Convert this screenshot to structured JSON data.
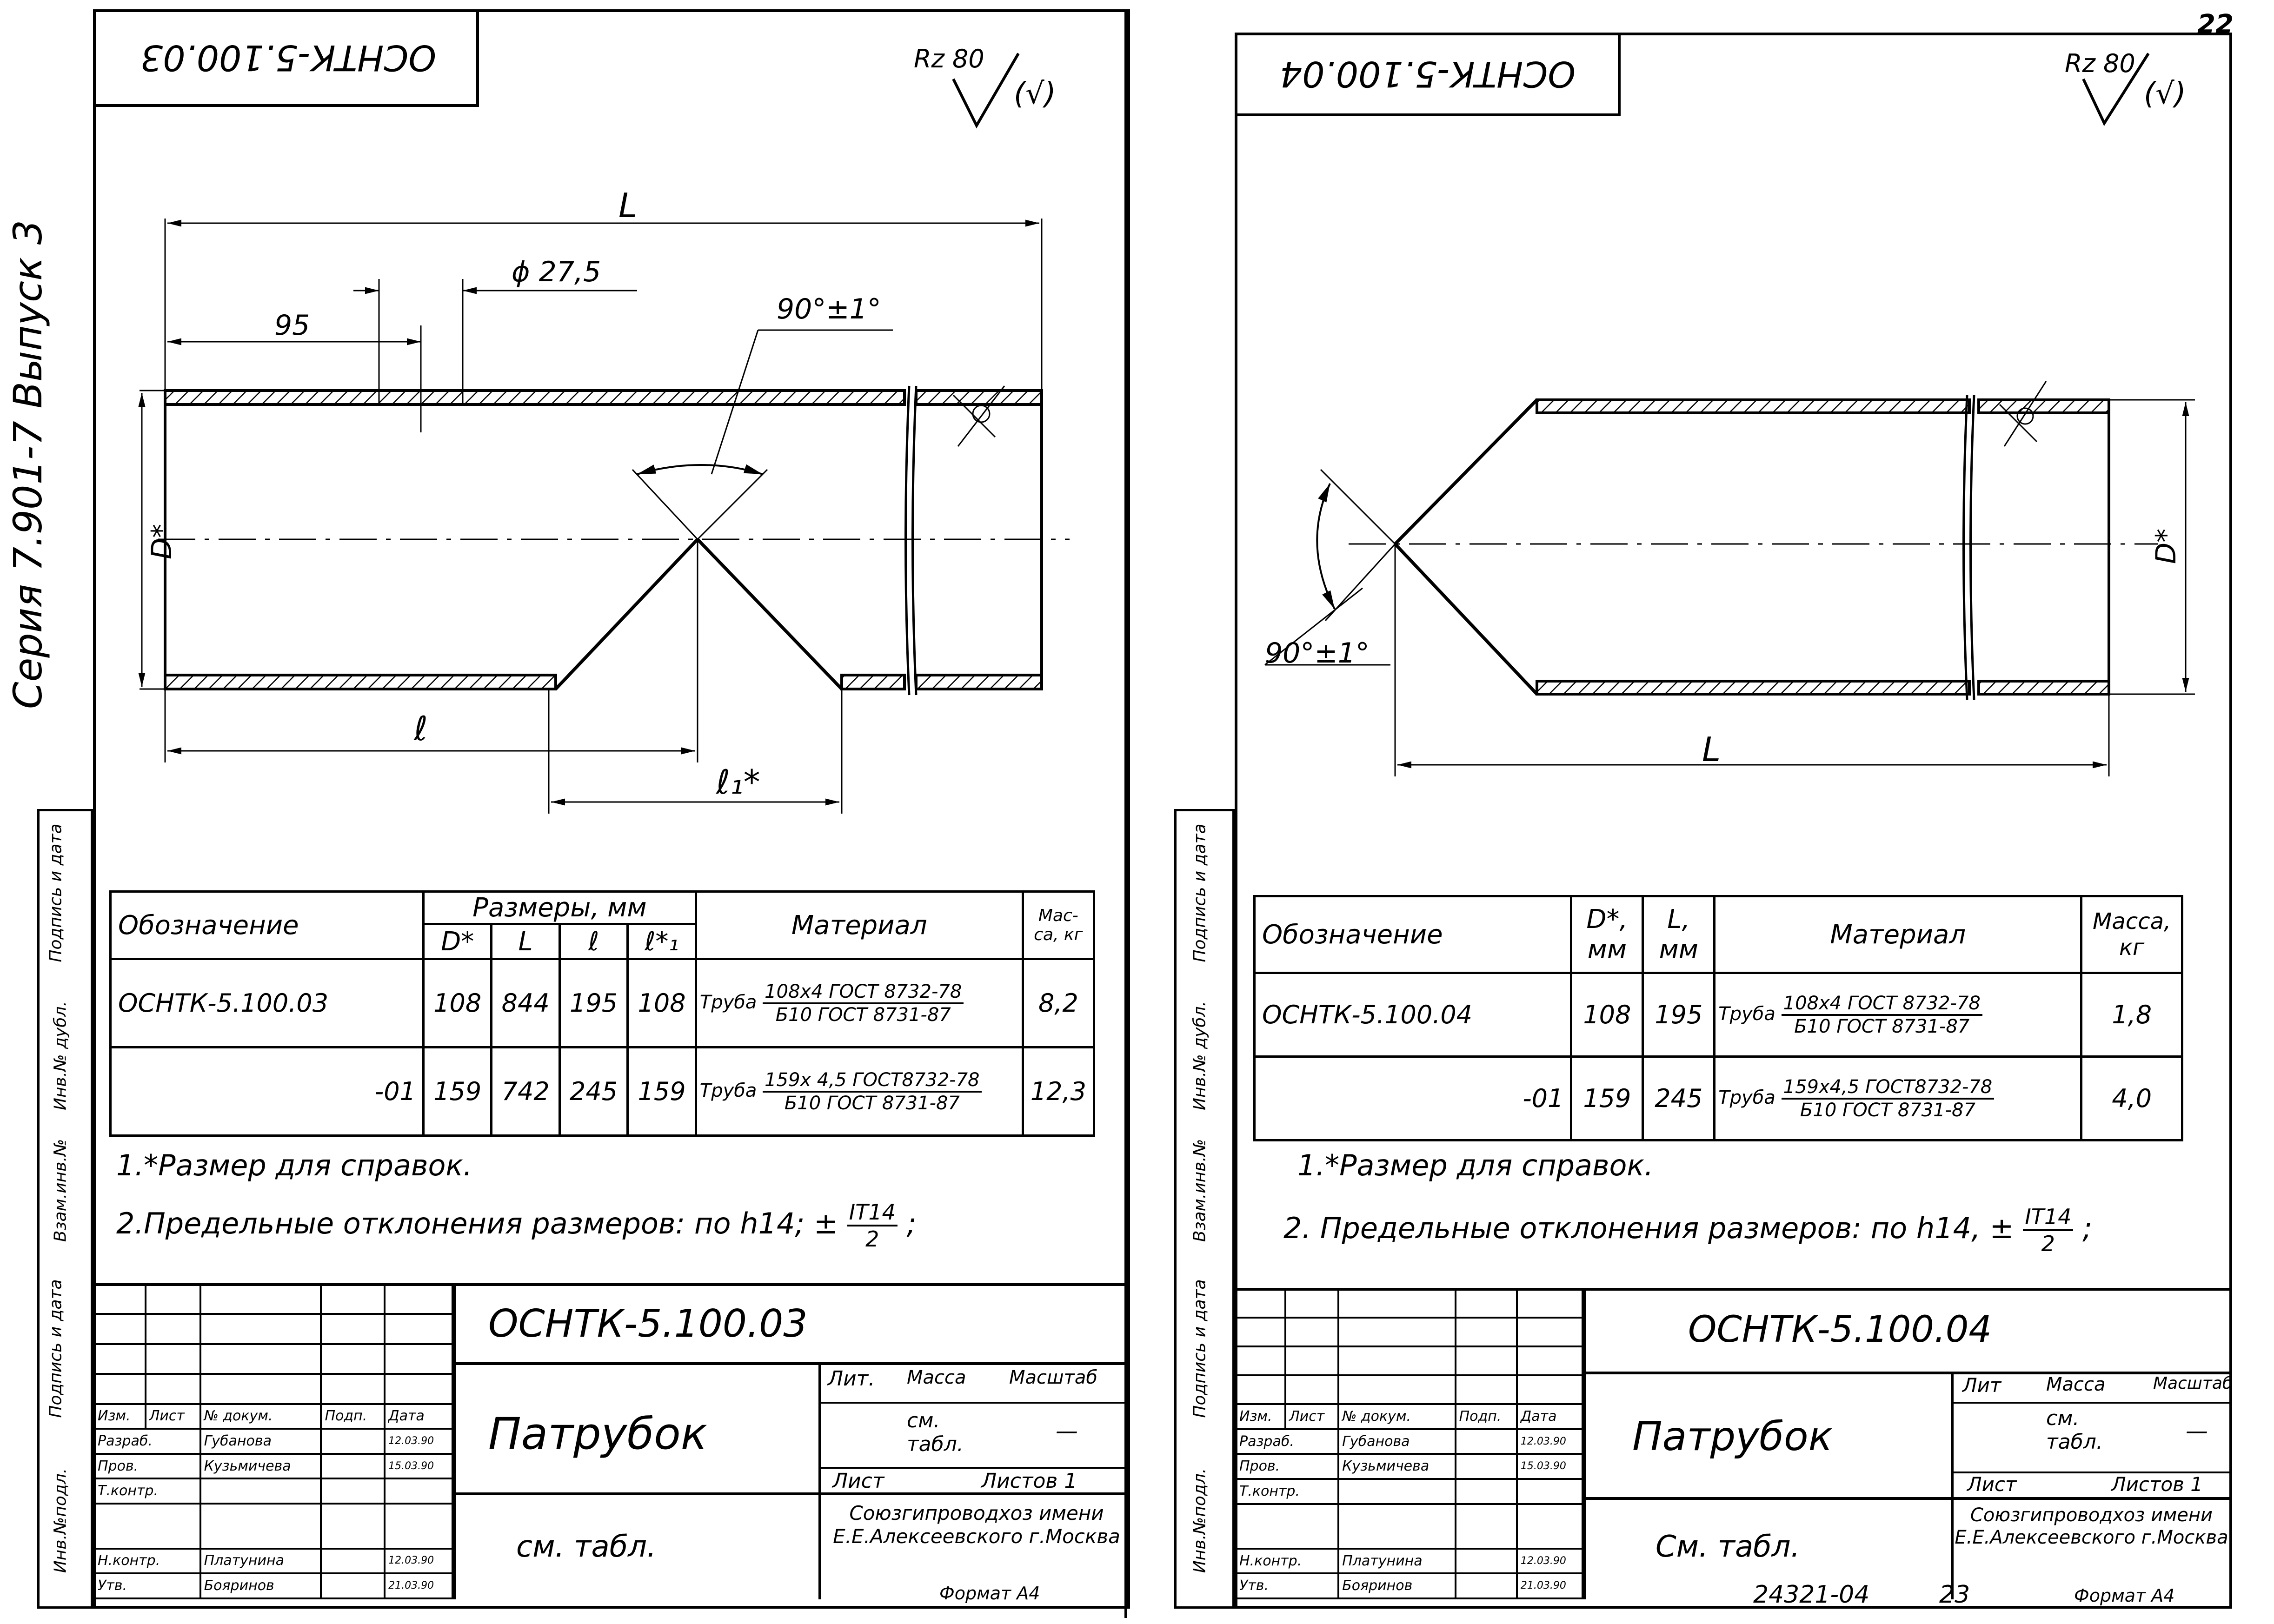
{
  "page_number": "22",
  "left_sidebar": {
    "series_label": "Серия 7.901-7 Выпуск 3",
    "cells": [
      "Подпись и дата",
      "Инв.№ дубл.",
      "Взам.инв.№",
      "Подпись и дата",
      "Инв.№подл."
    ]
  },
  "right_sidebar": {
    "cells": [
      "Подпись и дата",
      "Инв.№ дубл.",
      "Взам.инв.№",
      "Подпись и дата",
      "Инв.№подл."
    ]
  },
  "left_sheet": {
    "mirrored_code": "ОСНТК-5.100.03",
    "roughness_label": "Rz 80",
    "roughness_suffix": "(√)",
    "dims": {
      "L": "L",
      "phi": "ϕ 27,5",
      "d95": "95",
      "angle": "90°±1°",
      "D": "D*",
      "l": "ℓ",
      "l1": "ℓ₁*"
    },
    "table": {
      "header_designation": "Обозначение",
      "header_sizes": "Размеры, мм",
      "header_material": "Материал",
      "header_mass": "Мас-са, кг",
      "sub_headers": [
        "D*",
        "L",
        "ℓ",
        "ℓ*₁"
      ],
      "rows": [
        {
          "designation": "ОСНТК-5.100.03",
          "D": "108",
          "L": "844",
          "l": "195",
          "l1": "108",
          "material_prefix": "Труба",
          "material_top": "108x4 ГОСТ 8732-78",
          "material_bottom": "Б10 ГОСТ 8731-87",
          "mass": "8,2"
        },
        {
          "designation": "-01",
          "D": "159",
          "L": "742",
          "l": "245",
          "l1": "159",
          "material_prefix": "Труба",
          "material_top": "159x 4,5 ГОСТ8732-78",
          "material_bottom": "Б10 ГОСТ 8731-87",
          "mass": "12,3"
        }
      ]
    },
    "note1": "1.*Размер для справок.",
    "note2_text": "2.Предельные отклонения размеров: по h14; ±",
    "note2_frac_top": "IT14",
    "note2_frac_bottom": "2",
    "note2_end": ";",
    "title_block": {
      "code": "ОСНТК-5.100.03",
      "name": "Патрубок",
      "material": "см. табл.",
      "lit": "Лит.",
      "mass": "Масса",
      "scale": "Масштаб",
      "mass_value": "см. табл.",
      "scale_value": "—",
      "sheet": "Лист",
      "sheets": "Листов 1",
      "org": "Союзгипроводхоз имени Е.Е.Алексеевского г.Москва",
      "format": "Формат А4",
      "header_row": [
        "Изм.",
        "Лист",
        "№ докум.",
        "Подп.",
        "Дата"
      ],
      "staff": [
        {
          "role": "Разраб.",
          "name": "Губанова",
          "date": "12.03.90"
        },
        {
          "role": "Пров.",
          "name": "Кузьмичева",
          "date": "15.03.90"
        },
        {
          "role": "Т.контр.",
          "name": "",
          "date": ""
        },
        {
          "role": "",
          "name": "",
          "date": ""
        },
        {
          "role": "Н.контр.",
          "name": "Платунина",
          "date": "12.03.90"
        },
        {
          "role": "Утв.",
          "name": "Бояринов",
          "date": "21.03.90"
        }
      ]
    }
  },
  "right_sheet": {
    "mirrored_code": "ОСНТК-5.100.04",
    "roughness_label": "Rz 80",
    "roughness_suffix": "(√)",
    "dims": {
      "L": "L",
      "D": "D*",
      "angle": "90°±1°"
    },
    "table": {
      "header_designation": "Обозначение",
      "header_D": "D*, мм",
      "header_L": "L, мм",
      "header_material": "Материал",
      "header_mass": "Масса, кг",
      "rows": [
        {
          "designation": "ОСНТК-5.100.04",
          "D": "108",
          "L": "195",
          "material_prefix": "Труба",
          "material_top": "108x4 ГОСТ 8732-78",
          "material_bottom": "Б10 ГОСТ 8731-87",
          "mass": "1,8"
        },
        {
          "designation": "-01",
          "D": "159",
          "L": "245",
          "material_prefix": "Труба",
          "material_top": "159x4,5 ГОСТ8732-78",
          "material_bottom": "Б10 ГОСТ 8731-87",
          "mass": "4,0"
        }
      ]
    },
    "note1": "1.*Размер для справок.",
    "note2_text": "2. Предельные отклонения размеров: по h14, ±",
    "note2_frac_top": "IT14",
    "note2_frac_bottom": "2",
    "note2_end": ";",
    "title_block": {
      "code": "ОСНТК-5.100.04",
      "name": "Патрубок",
      "material": "См. табл.",
      "lit": "Лит",
      "mass": "Масса",
      "scale": "Масштаб",
      "mass_value": "см. табл.",
      "scale_value": "—",
      "sheet": "Лист",
      "sheets": "Листов 1",
      "org": "Союзгипроводхоз имени Е.Е.Алексеевского г.Москва",
      "format": "Формат А4",
      "bottom_number": "24321-04",
      "bottom_sheet": "23",
      "header_row": [
        "Изм.",
        "Лист",
        "№ докум.",
        "Подп.",
        "Дата"
      ],
      "staff": [
        {
          "role": "Разраб.",
          "name": "Губанова",
          "date": "12.03.90"
        },
        {
          "role": "Пров.",
          "name": "Кузьмичева",
          "date": "15.03.90"
        },
        {
          "role": "Т.контр.",
          "name": "",
          "date": ""
        },
        {
          "role": "",
          "name": "",
          "date": ""
        },
        {
          "role": "Н.контр.",
          "name": "Платунина",
          "date": "12.03.90"
        },
        {
          "role": "Утв.",
          "name": "Бояринов",
          "date": "21.03.90"
        }
      ]
    }
  }
}
